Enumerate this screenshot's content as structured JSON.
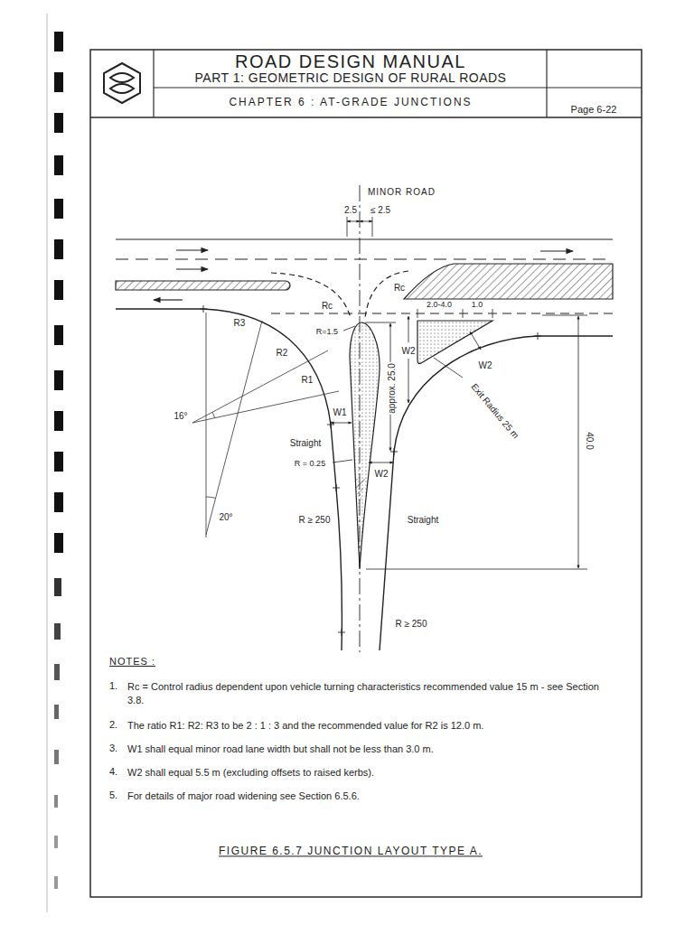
{
  "diagram": {
    "title": "ROAD DESIGN MANUAL",
    "caption": "FIGURE 6.5.7 JUNCTION LAYOUT TYPE A.",
    "labels": [
      "PART 1: GEOMETRIC DESIGN OF RURAL ROADS",
      "CHAPTER 6 : AT-GRADE JUNCTIONS",
      "Page 6-22",
      "MINOR ROAD",
      "2.5",
      "≤ 2.5",
      "Rc",
      "Rc",
      "R3",
      "R2",
      "R1",
      "R=1.5",
      "2.0-4.0",
      "1.0",
      "W2",
      "W2",
      "approx. 25.0",
      "Exit Radius 25 m",
      "40.0",
      "16°",
      "W1",
      "Straight",
      "R = 0.25",
      "W2",
      "Straight",
      "20°",
      "R ≥ 250",
      "R ≥ 250",
      "NOTES :",
      "1.",
      "Rc = Control radius dependent upon vehicle turning characteristics recommended value 15 m - see Section 3.8.",
      "2.",
      "The ratio R1: R2: R3 to be 2 : 1 : 3 and the recommended value for R2 is 12.0 m.",
      "3.",
      "W1 shall equal minor road lane width but shall not be less than 3.0 m.",
      "4.",
      "W2 shall equal 5.5 m (excluding offsets to raised kerbs).",
      "5.",
      "For details of major road widening see Section 6.5.6."
    ]
  }
}
